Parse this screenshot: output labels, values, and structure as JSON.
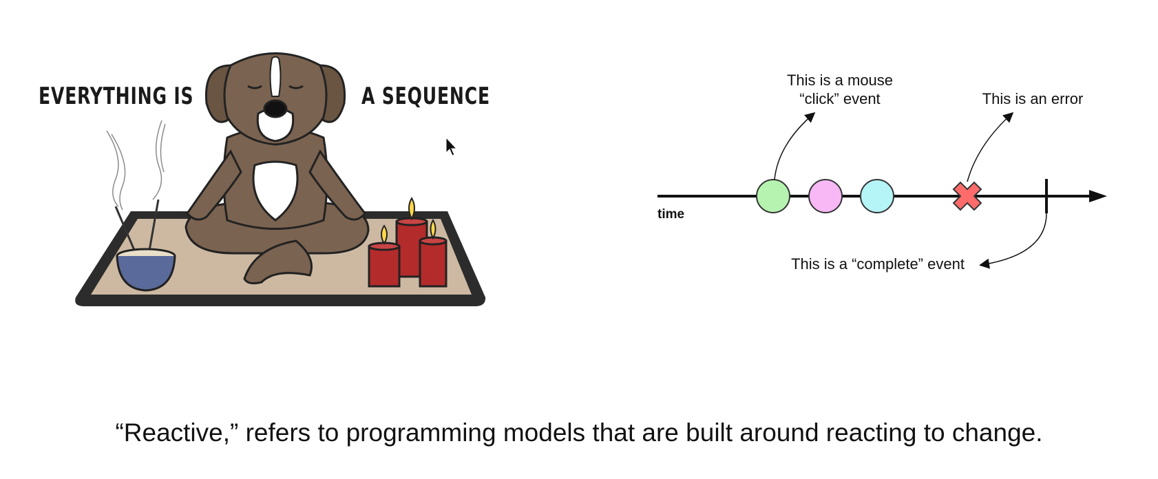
{
  "illustration": {
    "headline_left": "EVERYTHING IS",
    "headline_right": "A SEQUENCE"
  },
  "diagram": {
    "axis_label": "time",
    "note_click_line1": "This is a mouse",
    "note_click_line2": "“click” event",
    "note_error": "This is an error",
    "note_complete": "This is a “complete” event",
    "events": [
      {
        "kind": "value",
        "color": "#b6f2b0"
      },
      {
        "kind": "value",
        "color": "#f7b8f5"
      },
      {
        "kind": "value",
        "color": "#b5f4f7"
      },
      {
        "kind": "error",
        "color": "#ff6b6b"
      },
      {
        "kind": "complete"
      }
    ]
  },
  "caption": "“Reactive,” refers to programming models that are built around reacting to change."
}
